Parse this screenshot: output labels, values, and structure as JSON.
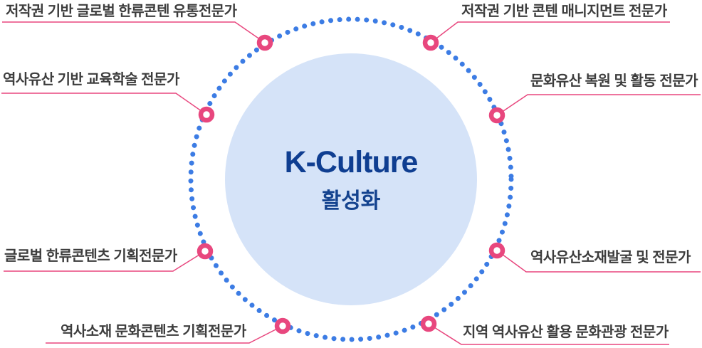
{
  "diagram": {
    "center": {
      "title": "K-Culture",
      "subtitle": "활성화"
    },
    "labels": [
      {
        "id": "top-left",
        "text": "저작권 기반 글로벌 한류콘텐 유통전문가"
      },
      {
        "id": "top-right",
        "text": "저작권 기반 콘텐 매니지먼트 전문가"
      },
      {
        "id": "left-upper",
        "text": "역사유산 기반 교육학술 전문가"
      },
      {
        "id": "right-upper",
        "text": "문화유산 복원 및 활동 전문가"
      },
      {
        "id": "left-lower",
        "text": "글로벌 한류콘텐츠 기획전문가"
      },
      {
        "id": "right-lower",
        "text": "역사유산소재발굴 및 전문가"
      },
      {
        "id": "bottom-left",
        "text": "역사소재 문화콘텐츠 기획전문가"
      },
      {
        "id": "bottom-right",
        "text": "지역 역사유산 활용 문화관광 전문가"
      }
    ],
    "colors": {
      "accent_pink": "#e8477e",
      "dot_blue": "#3c7ce4",
      "circle_fill": "#d5e3f8",
      "title_navy": "#0f3e91",
      "subtitle_navy": "#14438f",
      "label_gray": "#3d3d3d"
    }
  }
}
